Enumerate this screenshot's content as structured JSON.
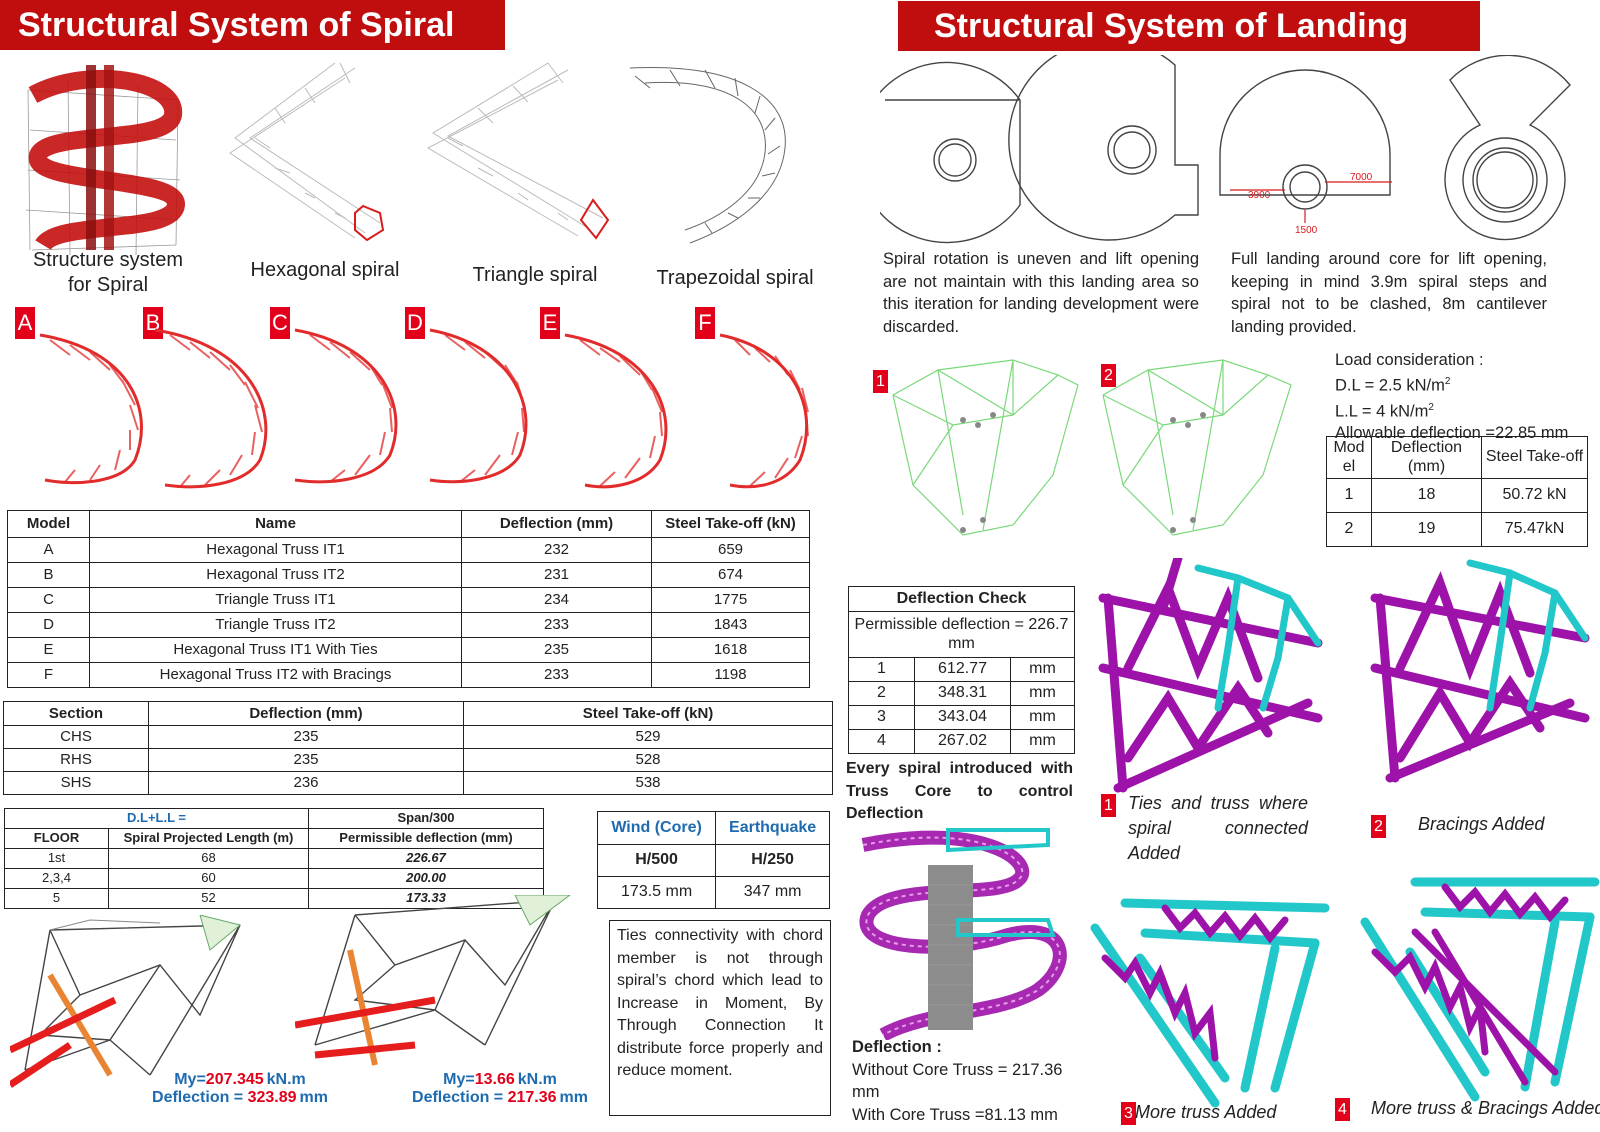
{
  "left_title": "Structural System of Spiral",
  "right_title": "Structural System of Landing",
  "spiral_captions": [
    {
      "l1": "Structure system",
      "l2": "for Spiral"
    },
    {
      "l1": "Hexagonal spiral",
      "l2": ""
    },
    {
      "l1": "Triangle spiral",
      "l2": ""
    },
    {
      "l1": "Trapezoidal spiral",
      "l2": ""
    }
  ],
  "variant_letters": [
    "A",
    "B",
    "C",
    "D",
    "E",
    "F"
  ],
  "model_table": {
    "headers": [
      "Model",
      "Name",
      "Deflection (mm)",
      "Steel Take-off (kN)"
    ],
    "rows": [
      [
        "A",
        "Hexagonal Truss IT1",
        "232",
        "659"
      ],
      [
        "B",
        "Hexagonal Truss IT2",
        "231",
        "674"
      ],
      [
        "C",
        "Triangle Truss IT1",
        "234",
        "1775"
      ],
      [
        "D",
        "Triangle Truss IT2",
        "233",
        "1843"
      ],
      [
        "E",
        "Hexagonal Truss IT1 With Ties",
        "235",
        "1618"
      ],
      [
        "F",
        "Hexagonal Truss IT2 with Bracings",
        "233",
        "1198"
      ]
    ]
  },
  "section_table": {
    "headers": [
      "Section",
      "Deflection (mm)",
      "Steel Take-off (kN)"
    ],
    "rows": [
      [
        "CHS",
        "235",
        "529"
      ],
      [
        "RHS",
        "235",
        "528"
      ],
      [
        "SHS",
        "236",
        "538"
      ]
    ]
  },
  "floor_table": {
    "h1": "D.L+L.L =",
    "h2": "Span/300",
    "headers": [
      "FLOOR",
      "Spiral Projected Length (m)",
      "Permissible deflection (mm)"
    ],
    "rows": [
      [
        "1st",
        "68",
        "226.67"
      ],
      [
        "2,3,4",
        "60",
        "200.00"
      ],
      [
        "5",
        "52",
        "173.33"
      ]
    ]
  },
  "wind_table": {
    "headers": [
      "Wind (Core)",
      "Earthquake"
    ],
    "ratios": [
      "H/500",
      "H/250"
    ],
    "values": [
      "173.5 mm",
      "347 mm"
    ]
  },
  "moment_results": [
    {
      "my_label": "My=",
      "my_value": "207.345",
      "my_unit": "kN.m",
      "def_label": "Deflection = ",
      "def_value": "323.89",
      "def_unit": "mm"
    },
    {
      "my_label": "My=",
      "my_value": "13.66",
      "my_unit": "kN.m",
      "def_label": "Deflection = ",
      "def_value": "217.36",
      "def_unit": "mm"
    }
  ],
  "ties_note": "Ties connectivity with chord member is not through spiral’s chord which lead to Increase in Moment, By Through Connection It distribute force properly and reduce moment.",
  "landing_dims": {
    "a": "3900",
    "b": "7000",
    "c": "1500"
  },
  "landing_note_1": "Spiral rotation is uneven and lift opening are not maintain with this landing area so this iteration for landing development were discarded.",
  "landing_note_2": "Full landing around core for lift opening, keeping in mind 3.9m spiral steps and spiral not to be clashed, 8m cantilever landing provided.",
  "load": {
    "title": "Load consideration :",
    "dl": "D.L = 2.5 kN/m",
    "ll": "L.L = 4 kN/m",
    "sup": "2",
    "allow": "Allowable deflection =22.85 mm"
  },
  "landing_table": {
    "headers": [
      "Mod el",
      "Deflection (mm)",
      "Steel Take-off"
    ],
    "rows": [
      [
        "1",
        "18",
        "50.72 kN"
      ],
      [
        "2",
        "19",
        "75.47kN"
      ]
    ]
  },
  "deflection_check": {
    "title": "Deflection Check",
    "permissible": "Permissible deflection = 226.7 mm",
    "rows": [
      [
        "1",
        "612.77",
        "mm"
      ],
      [
        "2",
        "348.31",
        "mm"
      ],
      [
        "3",
        "343.04",
        "mm"
      ],
      [
        "4",
        "267.02",
        "mm"
      ]
    ]
  },
  "core_note": "Every spiral introduced with Truss Core to control Deflection",
  "core_deflection": {
    "title": "Deflection :",
    "without": "Without Core Truss = 217.36 mm",
    "with": "With Core Truss =81.13 mm"
  },
  "truss_captions": [
    {
      "num": "1",
      "text": "Ties and truss where spiral connected Added"
    },
    {
      "num": "2",
      "text": "Bracings Added"
    },
    {
      "num": "3",
      "text": "More truss Added"
    },
    {
      "num": "4",
      "text": "More truss  & Bracings Added"
    }
  ],
  "colors": {
    "banner": "#c00d0d",
    "tag": "#e2001a",
    "magenta": "#9d12a8",
    "cyan": "#22c7c9",
    "green": "#7ad87a",
    "blue": "#1f6bb0"
  }
}
